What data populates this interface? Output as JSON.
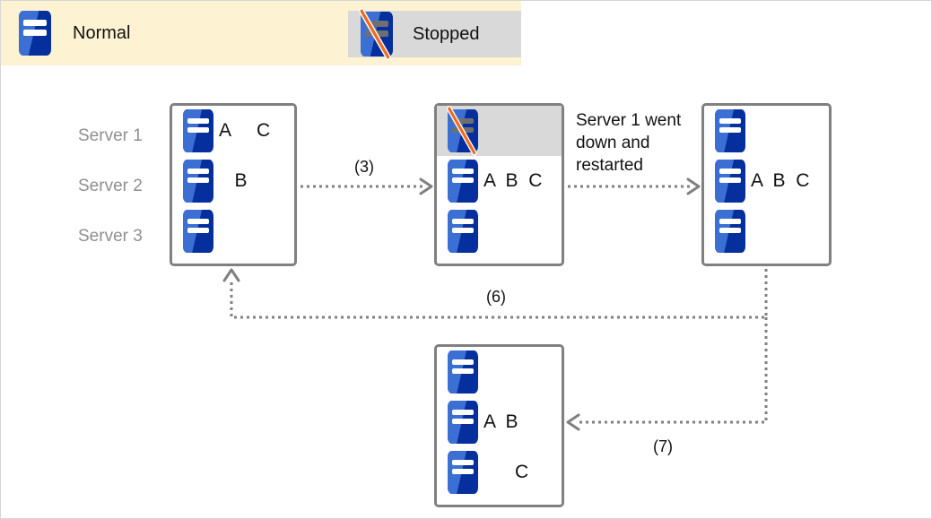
{
  "legend": {
    "normal": {
      "label": "Normal",
      "icon": "server-icon",
      "state": "normal"
    },
    "stopped": {
      "label": "Stopped",
      "icon": "server-stopped-icon",
      "state": "stopped"
    }
  },
  "row_labels": [
    {
      "label": "Server 1"
    },
    {
      "label": "Server 2"
    },
    {
      "label": "Server 3"
    }
  ],
  "panels": [
    {
      "id": "panel-1",
      "rows": [
        {
          "server_state": "normal",
          "letters": "A     C",
          "highlighted": false
        },
        {
          "server_state": "normal",
          "letters": "   B",
          "highlighted": false
        },
        {
          "server_state": "normal",
          "letters": "",
          "highlighted": false
        }
      ]
    },
    {
      "id": "panel-2",
      "rows": [
        {
          "server_state": "stopped",
          "letters": "",
          "highlighted": true
        },
        {
          "server_state": "normal",
          "letters": "A  B  C",
          "highlighted": false
        },
        {
          "server_state": "normal",
          "letters": "",
          "highlighted": false
        }
      ]
    },
    {
      "id": "panel-3",
      "rows": [
        {
          "server_state": "normal",
          "letters": "",
          "highlighted": false
        },
        {
          "server_state": "normal",
          "letters": "A  B  C",
          "highlighted": false
        },
        {
          "server_state": "normal",
          "letters": "",
          "highlighted": false
        }
      ]
    },
    {
      "id": "panel-4",
      "rows": [
        {
          "server_state": "normal",
          "letters": "",
          "highlighted": false
        },
        {
          "server_state": "normal",
          "letters": "A  B",
          "highlighted": false
        },
        {
          "server_state": "normal",
          "letters": "      C",
          "highlighted": false
        }
      ]
    }
  ],
  "annotation": {
    "text": "Server 1 went down and restarted"
  },
  "arrows": [
    {
      "id": "arrow-3",
      "label": "(3)"
    },
    {
      "id": "arrow-6",
      "label": "(6)"
    },
    {
      "id": "arrow-7",
      "label": "(7)"
    }
  ],
  "colors": {
    "legend_background": "#fdf2d2",
    "stopped_background": "#d9d9d9",
    "panel_border": "#808080",
    "arrow": "#808080",
    "server_blue_dark": "#042f9c",
    "server_blue_light": "#3c6fd4",
    "slash_orange": "#f2691e",
    "row_label": "#8f8f8f",
    "page_background": "#ffffff"
  }
}
